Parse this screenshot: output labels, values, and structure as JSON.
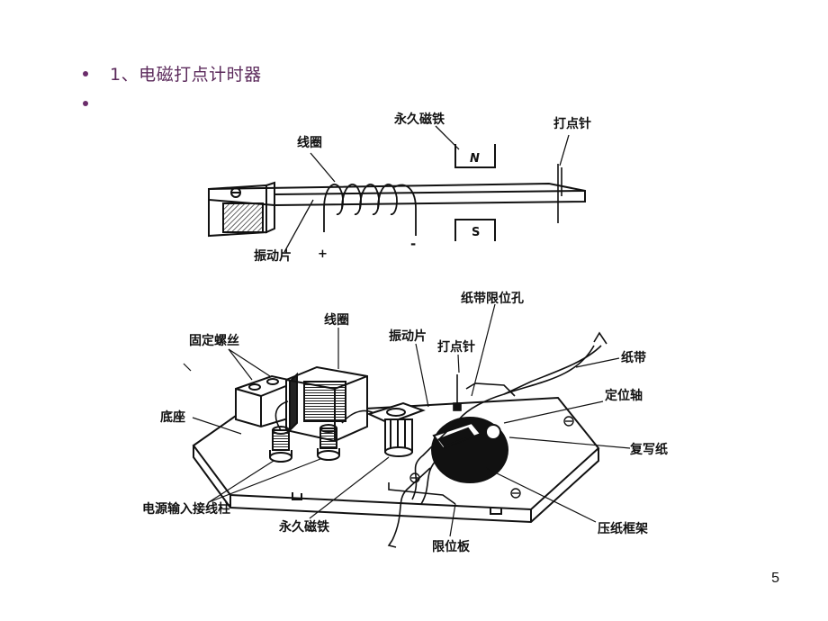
{
  "slide": {
    "heading": "1、电磁打点计时器",
    "page_number": "5"
  },
  "top_diagram": {
    "magnet_label": "永久磁铁",
    "needle_label": "打点针",
    "coil_label": "线圈",
    "reed_label": "振动片",
    "pole_n": "N",
    "pole_s": "S",
    "plus_sign": "+",
    "minus_sign": "-"
  },
  "bottom_diagram": {
    "tape_hole_label": "纸带限位孔",
    "coil_label": "线圈",
    "fix_screw_label": "固定螺丝",
    "reed_label": "振动片",
    "needle_label": "打点针",
    "tape_label": "纸带",
    "axis_label": "定位轴",
    "base_label": "底座",
    "carbon_label": "复写纸",
    "terminal_label": "电源输入接线柱",
    "magnet_label": "永久磁铁",
    "limit_plate_label": "限位板",
    "frame_label": "压纸框架"
  }
}
